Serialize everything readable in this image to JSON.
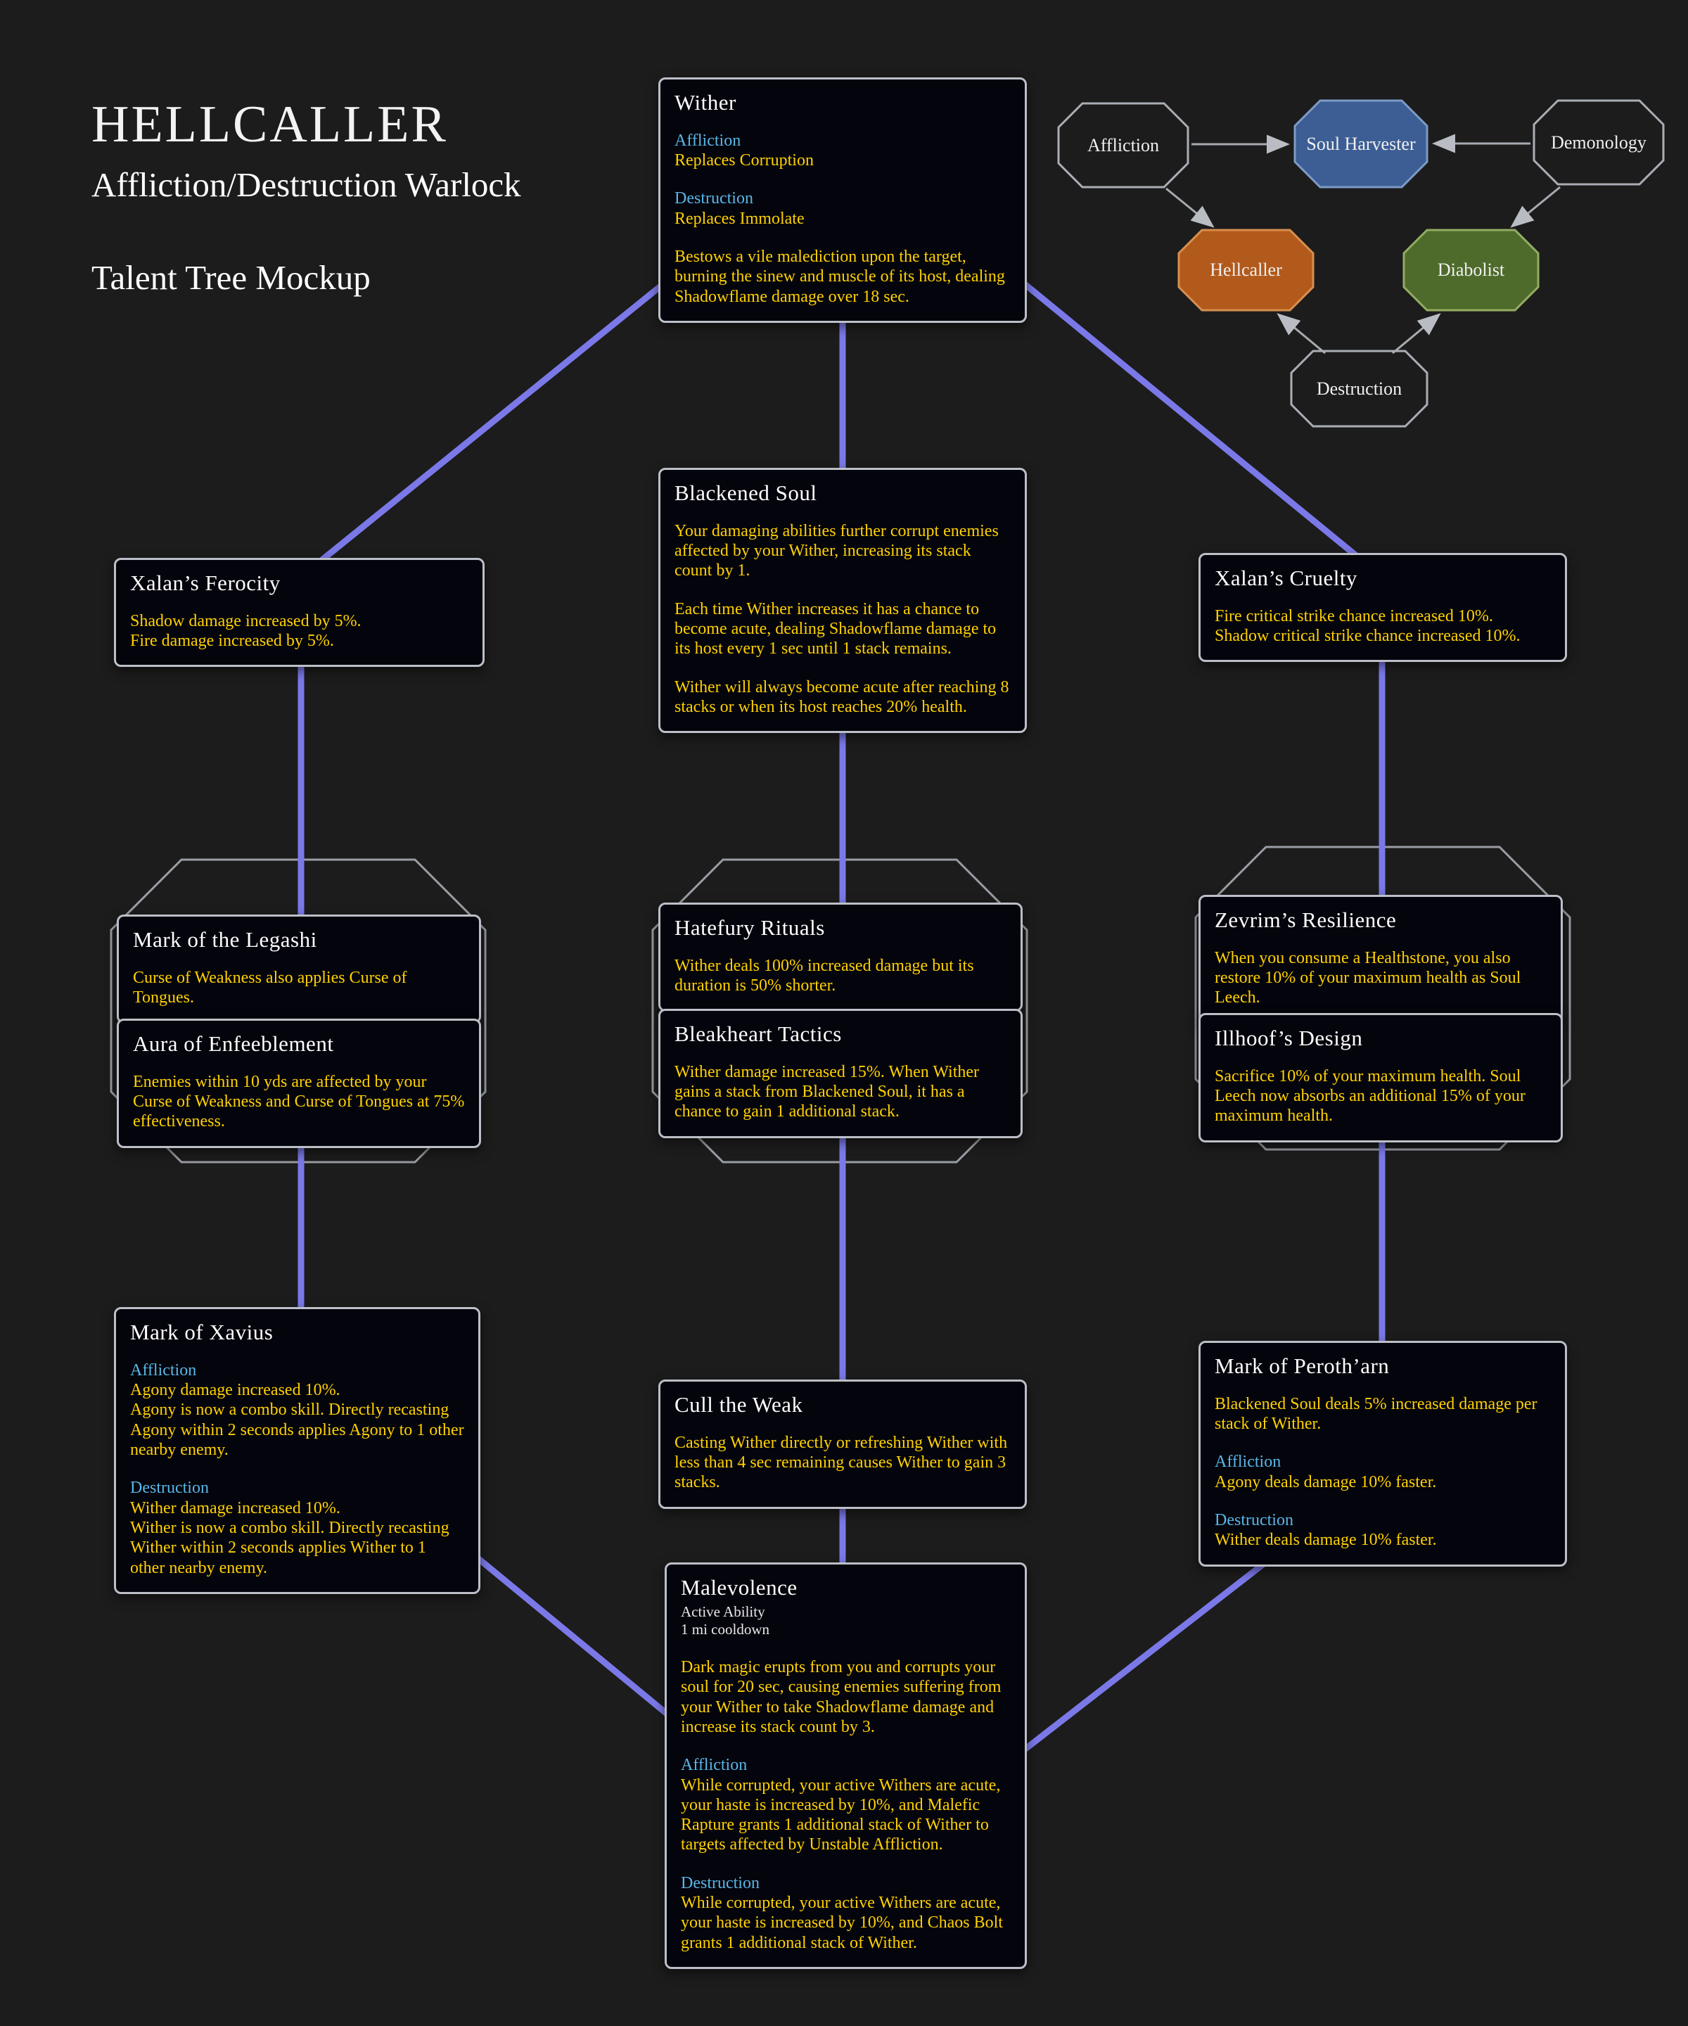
{
  "header": {
    "title": "HELLCALLER",
    "subtitle": "Affliction/Destruction Warlock",
    "tagline": "Talent Tree Mockup"
  },
  "colors": {
    "background": "#1c1c1c",
    "box_background": "#04040c",
    "box_border": "#bcbfc7",
    "gold_text": "#ffd100",
    "spec_blue": "#58b7e8",
    "connector_purple": "#7b79e8",
    "octagon_gray": "#999da3",
    "soul_harvester_fill": "#3c5e94",
    "hellcaller_fill": "#b25a1c",
    "diabolist_fill": "#4e6b2b"
  },
  "hex_diagram": {
    "affliction": "Affliction",
    "soul_harvester": "Soul Harvester",
    "demonology": "Demonology",
    "hellcaller": "Hellcaller",
    "diabolist": "Diabolist",
    "destruction": "Destruction"
  },
  "boxes": {
    "wither": {
      "title": "Wither",
      "aff_label": "Affliction",
      "aff_text": "Replaces Corruption",
      "dest_label": "Destruction",
      "dest_text": "Replaces Immolate",
      "body": "Bestows a vile malediction upon the target, burning the sinew and muscle of its host, dealing Shadowflame damage over 18 sec."
    },
    "xalans_ferocity": {
      "title": "Xalan’s Ferocity",
      "line1": "Shadow damage increased by 5%.",
      "line2": "Fire damage increased by 5%."
    },
    "blackened_soul": {
      "title": "Blackened Soul",
      "p1": "Your damaging abilities further corrupt enemies affected by your Wither, increasing its stack count by 1.",
      "p2": "Each time Wither increases it has a chance to become acute, dealing Shadowflame damage to its host every 1 sec until 1 stack remains.",
      "p3": "Wither will always become acute after reaching 8 stacks or when its host reaches 20% health."
    },
    "xalans_cruelty": {
      "title": "Xalan’s Cruelty",
      "body": "Fire critical strike chance increased 10%. Shadow critical strike chance increased 10%."
    },
    "mark_of_the_legashi": {
      "title": "Mark of the Legashi",
      "body": "Curse of Weakness also applies Curse of Tongues."
    },
    "aura_of_enfeeblement": {
      "title": "Aura of Enfeeblement",
      "body": "Enemies within 10 yds are affected by your Curse of Weakness and Curse of Tongues at 75% effectiveness."
    },
    "hatefury_rituals": {
      "title": "Hatefury Rituals",
      "body": "Wither deals 100% increased damage but its duration is 50% shorter."
    },
    "bleakheart_tactics": {
      "title": "Bleakheart Tactics",
      "body": "Wither damage increased 15%. When Wither gains a stack from Blackened Soul, it has a chance to gain 1 additional stack."
    },
    "zevrims_resilience": {
      "title": "Zevrim’s Resilience",
      "body": "When you consume a Healthstone, you also restore 10% of your maximum health as Soul Leech."
    },
    "illhoofs_design": {
      "title": "Illhoof’s Design",
      "body": "Sacrifice 10% of your maximum health. Soul Leech now absorbs an additional 15% of your maximum health."
    },
    "mark_of_xavius": {
      "title": "Mark of Xavius",
      "aff_label": "Affliction",
      "aff_line1": "Agony damage increased 10%.",
      "aff_line2": "Agony is now a combo skill. Directly recasting Agony within 2 seconds applies Agony to 1 other nearby enemy.",
      "dest_label": "Destruction",
      "dest_line1": "Wither damage increased 10%.",
      "dest_line2": "Wither is now a combo skill. Directly recasting Wither within 2 seconds applies Wither to 1 other nearby enemy."
    },
    "cull_the_weak": {
      "title": "Cull the Weak",
      "body": "Casting Wither directly or refreshing Wither with less than 4 sec remaining causes Wither to gain 3 stacks."
    },
    "mark_of_perotharn": {
      "title": "Mark of Peroth’arn",
      "body": "Blackened Soul deals 5% increased damage per stack of Wither.",
      "aff_label": "Affliction",
      "aff_text": "Agony deals damage 10% faster.",
      "dest_label": "Destruction",
      "dest_text": "Wither deals damage 10% faster."
    },
    "malevolence": {
      "title": "Malevolence",
      "type": "Active Ability",
      "cooldown": "1 mi cooldown",
      "body": "Dark magic erupts from you and corrupts your soul for 20 sec, causing enemies suffering from your Wither to take Shadowflame damage and increase its stack count by 3.",
      "aff_label": "Affliction",
      "aff_text": "While corrupted, your active Withers are acute, your haste is increased by 10%, and Malefic Rapture grants 1 additional stack of Wither to targets affected by Unstable Affliction.",
      "dest_label": "Destruction",
      "dest_text": "While corrupted, your active Withers are acute, your haste is increased by 10%, and Chaos Bolt grants 1 additional stack of Wither."
    }
  }
}
